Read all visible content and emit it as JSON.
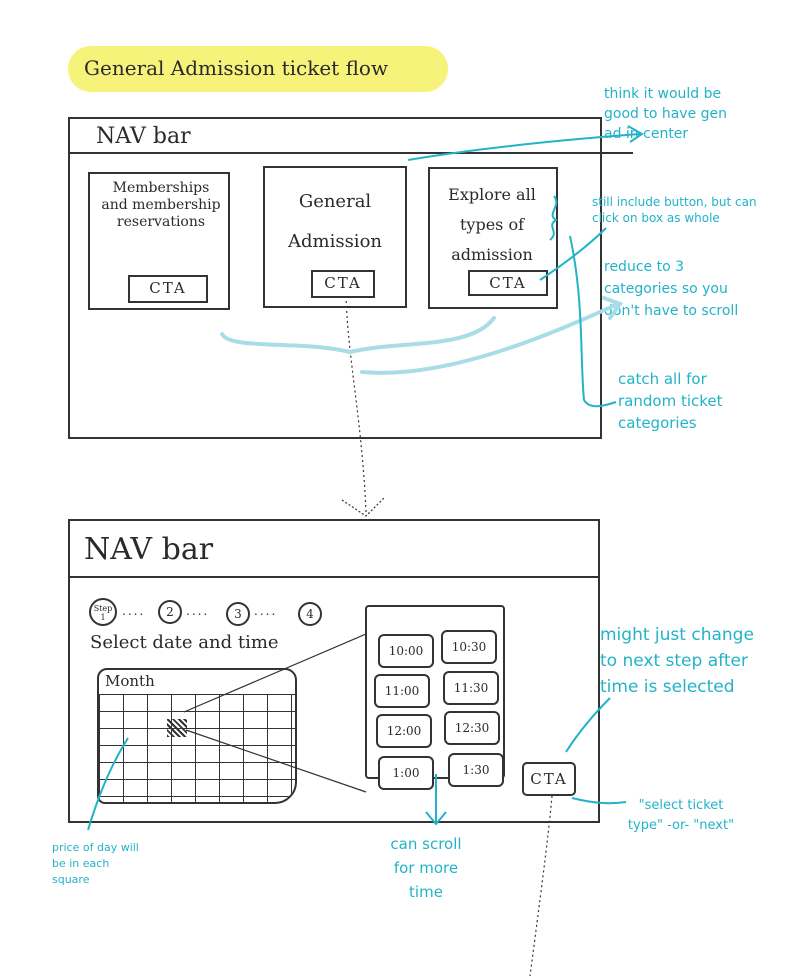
{
  "title": "General Admission ticket flow",
  "colors": {
    "ink": "#333333",
    "note": "#22b3c8",
    "highlight": "#f6f27a",
    "bracket": "#a8dde8"
  },
  "wireframe1": {
    "nav": "NAV bar",
    "cards": [
      {
        "text": "Memberships and membership reservations",
        "cta": "CTA"
      },
      {
        "text": "General Admission",
        "cta": "CTA"
      },
      {
        "text": "Explore all types of admission",
        "cta": "CTA"
      }
    ]
  },
  "wireframe2": {
    "nav": "NAV bar",
    "steps": {
      "step1": "Step 1",
      "step2": "2",
      "step3": "3",
      "step4": "4"
    },
    "heading": "Select date and time",
    "calendar_label": "Month",
    "times": [
      "10:00",
      "10:30",
      "11:00",
      "11:30",
      "12:00",
      "12:30",
      "1:00",
      "1:30"
    ],
    "cta": "CTA"
  },
  "notes": {
    "gen_ad_center": "think it would be good to have gen ad in center",
    "still_include": "still include button, but can click on box as whole",
    "reduce": "reduce to 3 categories so you don't have to scroll",
    "catch_all": "catch all for random ticket categories",
    "might_change": "might just change to next step after time is selected",
    "select_ticket": "\"select ticket type\" -or- \"next\"",
    "price_note": "price of day will be in each square",
    "scroll_note": "can scroll for more time"
  }
}
